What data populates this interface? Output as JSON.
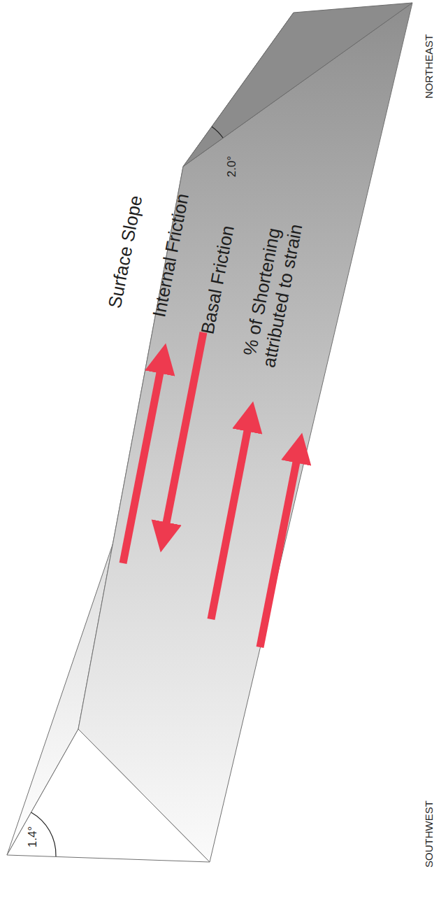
{
  "diagram": {
    "labels": [
      "Surface Slope",
      "Internal Friction",
      "Basal Friction",
      "% of Shortening attributed to strain",
      "2.0°",
      "1.4°",
      "NORTHEAST",
      "SOUTHWEST"
    ]
  }
}
